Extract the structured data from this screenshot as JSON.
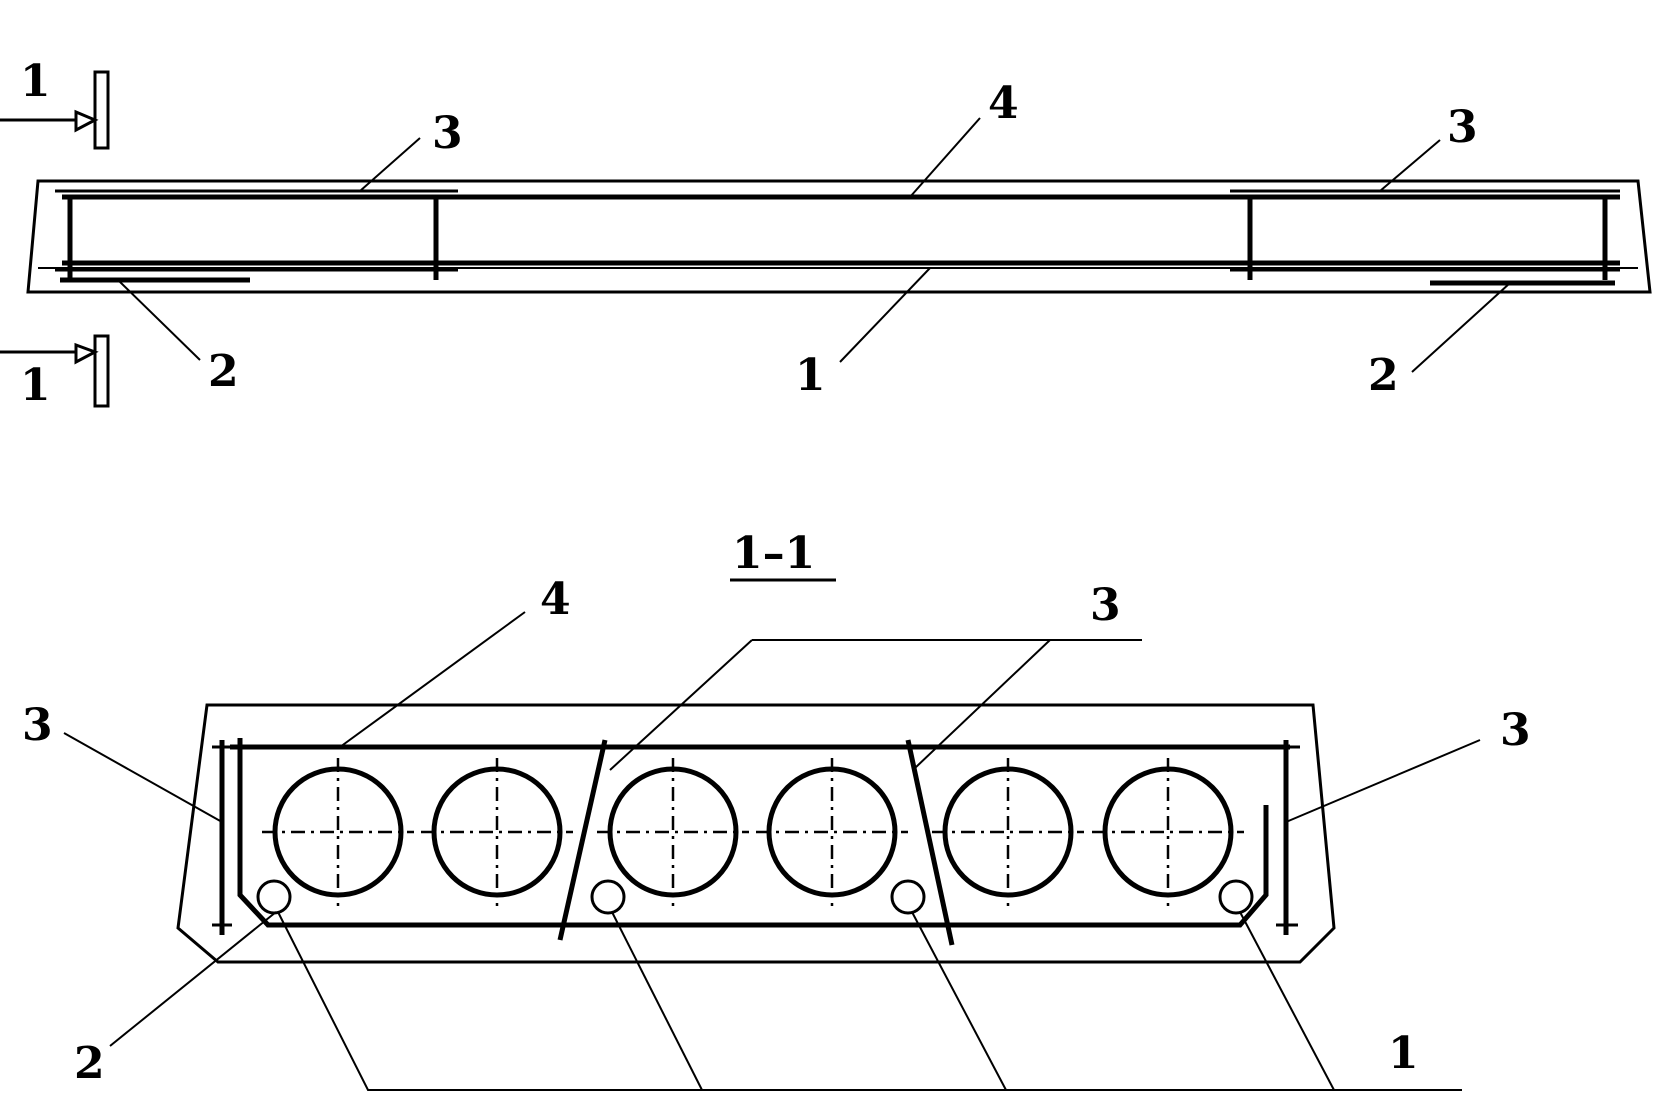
{
  "diagram": {
    "top_view": {
      "section_mark_top": "1",
      "section_mark_bottom": "1",
      "callouts": {
        "left_3": "3",
        "center_4": "4",
        "right_3": "3",
        "left_2": "2",
        "center_1": "1",
        "right_2": "2"
      }
    },
    "section_view": {
      "title": "1–1",
      "callouts": {
        "top_4": "4",
        "top_3": "3",
        "left_3": "3",
        "right_3": "3",
        "bottom_2": "2",
        "bottom_1": "1"
      },
      "void_count": 6,
      "rebar_count": 4
    }
  }
}
